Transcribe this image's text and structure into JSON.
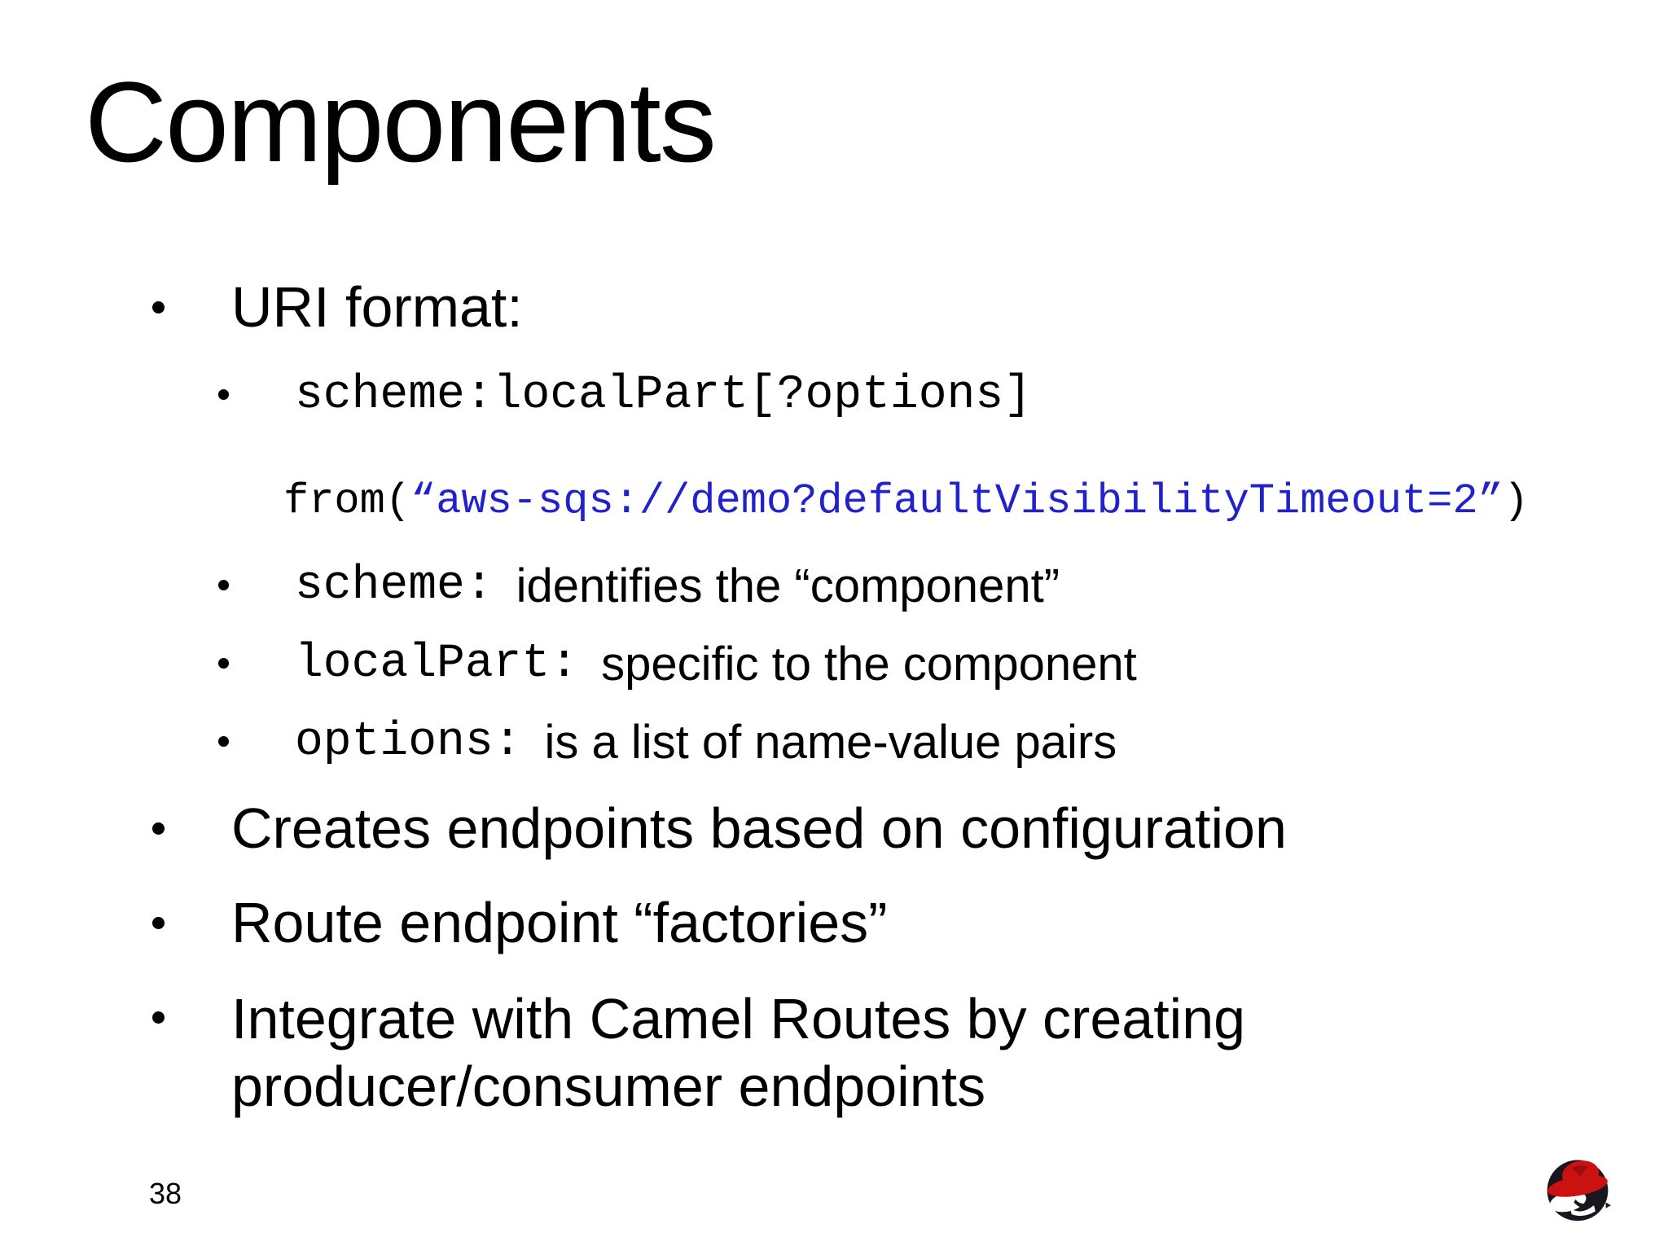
{
  "slide": {
    "title": "Components",
    "page_number": "38",
    "colors": {
      "background": "#FFFFFF",
      "text": "#000000",
      "code_url_blue": "#2222CC",
      "logo_red": "#CC1111",
      "logo_dark": "#17171D"
    },
    "content": {
      "uri_format_label": "URI format:",
      "uri_syntax_code": "scheme:localPart[?options]",
      "from_example": {
        "prefix": "from(",
        "url": "“aws-sqs://demo?defaultVisibilityTimeout=2”",
        "suffix": ")"
      },
      "terms": [
        {
          "term": "scheme:",
          "desc": "identifies the “component”"
        },
        {
          "term": "localPart:",
          "desc": "specific to the component"
        },
        {
          "term": "options:",
          "desc": "is a list of name-value pairs"
        }
      ],
      "bullets": [
        "Creates endpoints based on configuration",
        "Route endpoint “factories”",
        "Integrate with Camel Routes by creating producer/consumer endpoints"
      ]
    },
    "logo": {
      "name": "red-hat-shadowman-logo"
    }
  }
}
